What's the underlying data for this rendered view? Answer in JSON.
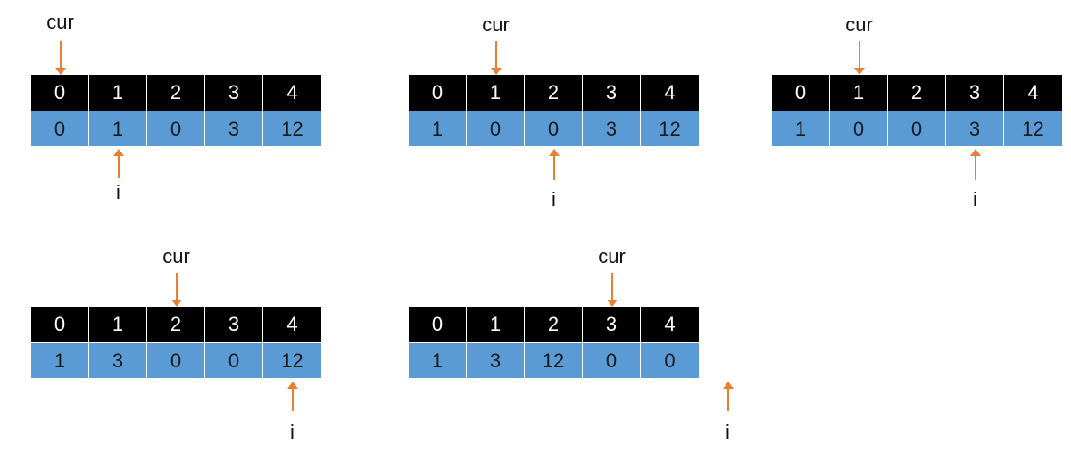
{
  "colors": {
    "index_row": "#000000",
    "value_row": "#5b9bd5",
    "arrow": "#ed7d31"
  },
  "panels": [
    {
      "indices": [
        "0",
        "1",
        "2",
        "3",
        "4"
      ],
      "values": [
        "0",
        "1",
        "0",
        "3",
        "12"
      ],
      "cur_label": "cur",
      "i_label": "i",
      "cur_index": 0,
      "i_index": 1
    },
    {
      "indices": [
        "0",
        "1",
        "2",
        "3",
        "4"
      ],
      "values": [
        "1",
        "0",
        "0",
        "3",
        "12"
      ],
      "cur_label": "cur",
      "i_label": "i",
      "cur_index": 1,
      "i_index": 2
    },
    {
      "indices": [
        "0",
        "1",
        "2",
        "3",
        "4"
      ],
      "values": [
        "1",
        "0",
        "0",
        "3",
        "12"
      ],
      "cur_label": "cur",
      "i_label": "i",
      "cur_index": 1,
      "i_index": 3
    },
    {
      "indices": [
        "0",
        "1",
        "2",
        "3",
        "4"
      ],
      "values": [
        "1",
        "3",
        "0",
        "0",
        "12"
      ],
      "cur_label": "cur",
      "i_label": "i",
      "cur_index": 2,
      "i_index": 4
    },
    {
      "indices": [
        "0",
        "1",
        "2",
        "3",
        "4"
      ],
      "values": [
        "1",
        "3",
        "12",
        "0",
        "0"
      ],
      "cur_label": "cur",
      "i_label": "i",
      "cur_index": 3,
      "i_index": 5
    }
  ]
}
